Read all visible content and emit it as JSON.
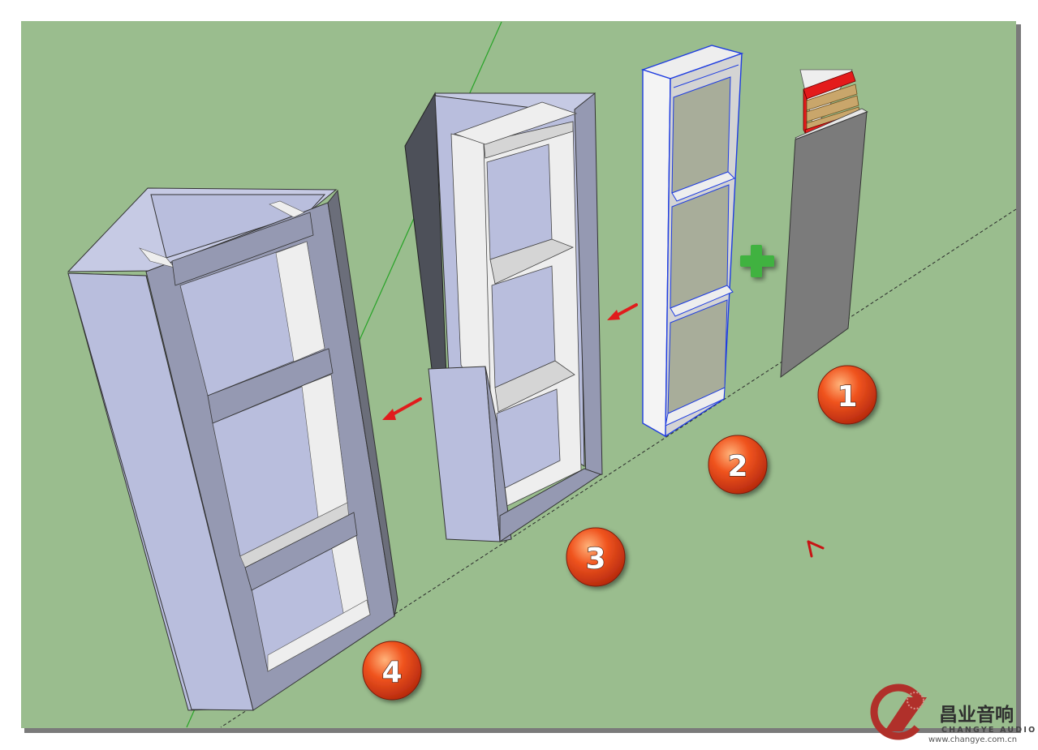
{
  "colors": {
    "ground": "#9abd8e",
    "panel_light": "#b9bedd",
    "panel_mid": "#9599b2",
    "panel_dark": "#4d5059",
    "shelf_white": "#eeeeee",
    "shelf_grey": "#d5d5d5",
    "selection_blue": "#1f3de0",
    "arrow_red": "#e01c1c",
    "plus_green": "#3fb23f",
    "badge_orange": "#e8431d",
    "step1_grey": "#7b7b7b",
    "step1_red": "#e41b1b",
    "step1_wood": "#c9a66b",
    "logo_red": "#b0302a"
  },
  "steps": [
    {
      "number": "1"
    },
    {
      "number": "2"
    },
    {
      "number": "3"
    },
    {
      "number": "4"
    }
  ],
  "logo": {
    "chinese": "昌业音响",
    "english": "CHANGYE AUDIO",
    "url": "www.changye.com.cn"
  }
}
